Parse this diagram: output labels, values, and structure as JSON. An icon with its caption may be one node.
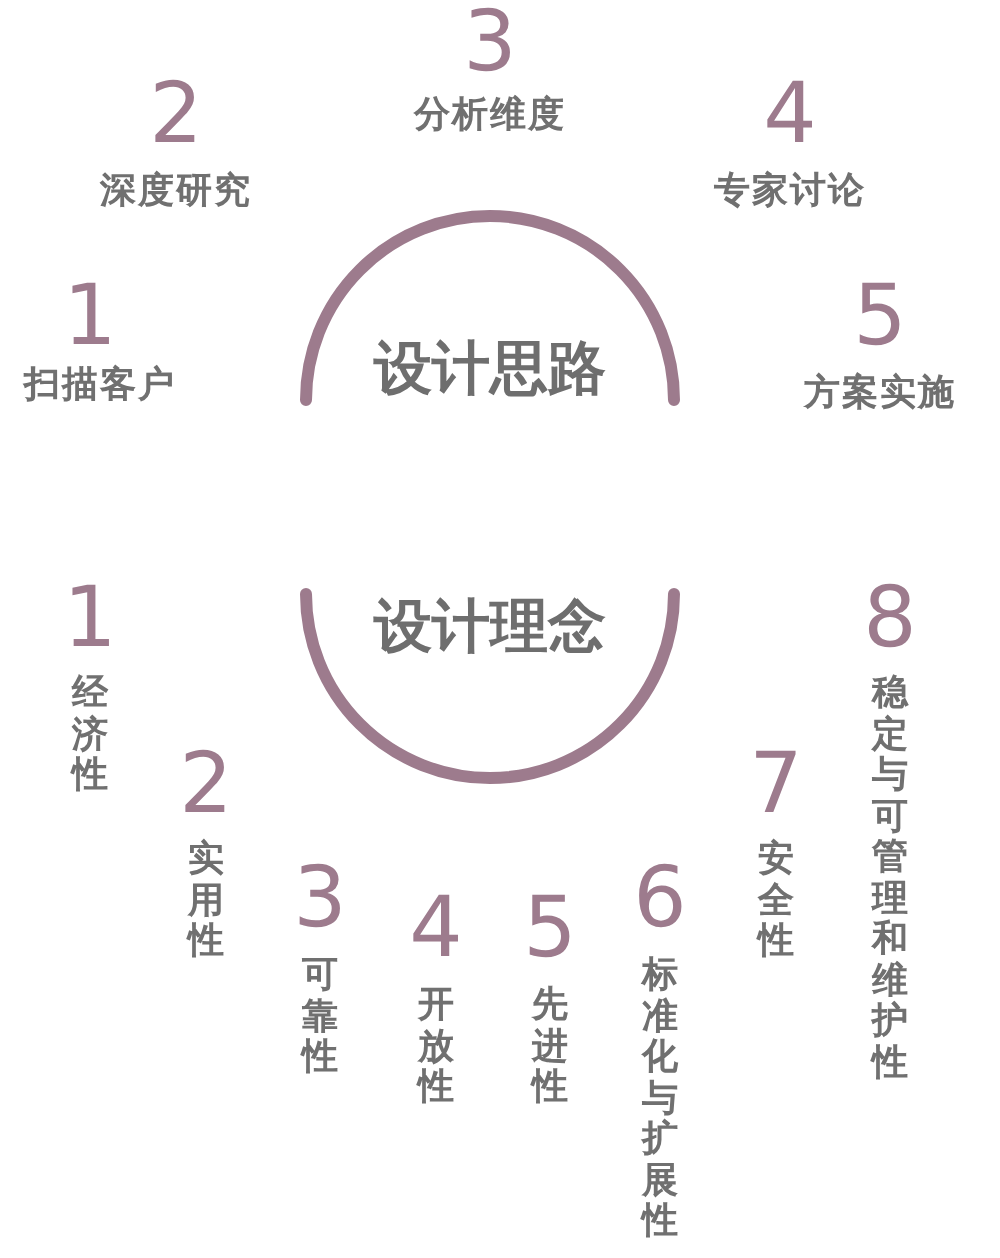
{
  "diagram": {
    "nodes": [
      {
        "text": [
          "设计思路"
        ]
      },
      {
        "text": [
          "设计理念"
        ]
      }
    ],
    "labels": [
      "1",
      "扫描客户",
      "2",
      "深度研究",
      "3",
      "分析维度",
      "4",
      "专家讨论",
      "5",
      "方案实施",
      "1",
      "经济性",
      "2",
      "实用性",
      "3",
      "可靠性",
      "4",
      "开放性",
      "5",
      "先进性",
      "6",
      "标准化与扩展性",
      "7",
      "安全性",
      "8",
      "稳定与可管理和维护性"
    ]
  }
}
